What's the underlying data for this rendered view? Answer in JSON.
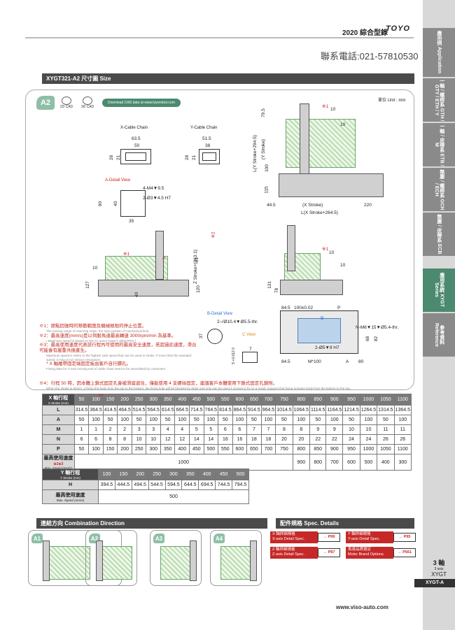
{
  "header": {
    "year_title": "2020 綜合型錄",
    "logo": "TOYO",
    "phone": "聯系電話:021-57810530"
  },
  "sidebar": {
    "tabs": [
      {
        "label": "應用例 Application"
      },
      {
        "label": "一軸 / 螺桿系 GTH / GTY / ETH / Y"
      },
      {
        "label": "一軸 / 皮帶系 ETB / M"
      },
      {
        "label": "無塵 / 螺桿系 GCH / ECH"
      },
      {
        "label": "無塵 / 皮帶系 ECB"
      },
      {
        "label": "應用系統 XYGT Series"
      },
      {
        "label": "參考資料 Reference"
      }
    ],
    "bottom": {
      "axis_cn": "3 軸",
      "axis_en": "3 axis",
      "model": "XYGT",
      "code": "XYGT-A"
    }
  },
  "title_bar": "XYGT321-A2 尺寸圖 Size",
  "drawing": {
    "tag": "A2",
    "cad2d": "2D CAD",
    "cad3d": "3D CAD",
    "download": "Download CAD data at www.toyorobot.com",
    "unit": "單位 Unit : mm",
    "x_cable": "X-Cable Chain",
    "y_cable": "Y-Cable Chain",
    "x_cable_dims": [
      "63.5",
      "50",
      "28",
      "21"
    ],
    "y_cable_dims": [
      "51.5",
      "38",
      "28",
      "21"
    ],
    "a_detail": "A-Detail View",
    "a_detail_dims": [
      "4-M4▼9.5",
      "2-Ø3▼4.5 H7",
      "90",
      "40",
      "35"
    ],
    "b_detail": "B-Detail View",
    "b_detail_dim": "2-√Ø10.4▼Ø5.5-thr.",
    "c_view": "C View",
    "c_dims": [
      "37",
      "7",
      "5 +0.012 0"
    ],
    "top_dims": [
      "79.5",
      "(Y Stroke)",
      "L(Y Stroke+294.5)",
      "100",
      "115",
      "44.5",
      "(X Stroke)",
      "220",
      "L(X Stroke+264.5)",
      "10",
      "10",
      "※1"
    ],
    "front_dims": [
      "Z Stroke+(363.1)",
      "81",
      "120",
      "10",
      "127",
      "40",
      "※1",
      "※2",
      "A"
    ],
    "side_dims": [
      "131",
      "78",
      "10",
      "10",
      "※1"
    ],
    "bottom_dims": [
      "84.5",
      "100±0.02",
      "P",
      "N-M6▼15▼Ø5.4-thr.",
      "68",
      "82",
      "2-Ø5▼9 H7",
      "84.5",
      "M*100",
      "A",
      "80",
      "B"
    ]
  },
  "notes": [
    {
      "key": "※1：",
      "cn": "原點回復時的移動範圍及機械極限的停止位置。",
      "en": "The moving range of returning origin, the stop position of mechanical limit."
    },
    {
      "key": "※2：",
      "cn": "最高速度(mm/s)是以伺服馬達最高轉速 3000rpm/min 為基準。",
      "en": "( Maximum speed is based on the AC servo motor's 3000 RPm.)"
    },
    {
      "key": "※3：",
      "cn": "最高使用速度代表該行程內可使用的最高安全速度，若超過此速度，滑台可能會有嚴重共振產生。",
      "en": "Maximum speed is refers to the highest safe speed that can be used in stroke. If more than the standard speed, it may occur serious resonance."
    },
    {
      "key": "* X 軸履帶固定端固定板由客戶自行鑽孔。",
      "cn": "",
      "en": "Fixing plate for X axis moving end of cable chain need to be assembled by customers."
    },
    {
      "key": "※4：",
      "cn": "行程 50 時，因本體上鎖式固定孔會被滑座遮住，僅能使用 4 支螺絲固定，建議客戶本體使用下鎖式固定孔鎖附。",
      "en": "When the stroke is 50mm, 2 fixing the body from the top to the bottom, the fixing hole will be blocked by slider and only can be used 4 screws to fix so a result, suggest that fixing actuator body from the bottom to the top."
    }
  ],
  "x_table": {
    "header_label": "X 軸行程",
    "header_sub": "X Stroke (mm)",
    "strokes": [
      "50",
      "100",
      "150",
      "200",
      "250",
      "300",
      "350",
      "400",
      "450",
      "500",
      "550",
      "600",
      "650",
      "700",
      "750",
      "800",
      "850",
      "900",
      "950",
      "1000",
      "1050",
      "1100"
    ],
    "strokes_note": "※4",
    "rows": [
      {
        "label": "L",
        "sub": "",
        "values": [
          "314.5",
          "364.5",
          "414.5",
          "464.5",
          "514.5",
          "564.5",
          "614.5",
          "664.5",
          "714.5",
          "764.5",
          "814.5",
          "864.5",
          "914.5",
          "964.5",
          "1014.5",
          "1064.5",
          "1114.5",
          "1164.5",
          "1214.5",
          "1264.5",
          "1314.5",
          "1364.5"
        ]
      },
      {
        "label": "A",
        "sub": "",
        "values": [
          "50",
          "100",
          "50",
          "100",
          "50",
          "100",
          "50",
          "100",
          "50",
          "100",
          "50",
          "100",
          "50",
          "100",
          "50",
          "100",
          "50",
          "100",
          "50",
          "100",
          "50",
          "100"
        ]
      },
      {
        "label": "M",
        "sub": "",
        "values": [
          "1",
          "1",
          "2",
          "2",
          "3",
          "3",
          "4",
          "4",
          "5",
          "5",
          "6",
          "6",
          "7",
          "7",
          "8",
          "8",
          "9",
          "9",
          "10",
          "10",
          "11",
          "11"
        ]
      },
      {
        "label": "N",
        "sub": "",
        "values": [
          "6",
          "6",
          "8",
          "8",
          "10",
          "10",
          "12",
          "12",
          "14",
          "14",
          "16",
          "16",
          "18",
          "18",
          "20",
          "20",
          "22",
          "22",
          "24",
          "24",
          "26",
          "26"
        ]
      },
      {
        "label": "P",
        "sub": "",
        "values": [
          "50",
          "100",
          "150",
          "200",
          "250",
          "300",
          "350",
          "400",
          "450",
          "500",
          "550",
          "600",
          "650",
          "700",
          "750",
          "800",
          "850",
          "900",
          "950",
          "1000",
          "1050",
          "1100"
        ]
      }
    ],
    "speed_label": "最高使用速度",
    "speed_note": "※2※3",
    "speed_sub": "Max. Speed (mm/s)",
    "speed_main": "1000",
    "speed_tail": [
      "900",
      "800",
      "700",
      "600",
      "500",
      "400",
      "300"
    ]
  },
  "y_table": {
    "header_label": "Y 軸行程",
    "header_sub": "Y Stroke (mm)",
    "strokes": [
      "100",
      "150",
      "200",
      "250",
      "300",
      "350",
      "400",
      "450",
      "500"
    ],
    "h_label": "H",
    "h_values": [
      "394.5",
      "444.5",
      "494.5",
      "544.5",
      "594.5",
      "644.5",
      "694.5",
      "744.5",
      "794.5"
    ],
    "speed_label": "最高使用速度",
    "speed_sub": "Max. Speed (mm/s)",
    "speed_value": "500"
  },
  "combination": {
    "title": "連結方向 Combination Direction",
    "items": [
      "A1",
      "A2",
      "A3",
      "A4"
    ]
  },
  "spec_details": {
    "title": "配件規格 Spec. Details",
    "items": [
      {
        "cn": "X 軸詳細規格",
        "en": "X-axis Detail Spec.",
        "page": "→ P99"
      },
      {
        "cn": "Y 軸詳細規格",
        "en": "Y-axis Detail Spec.",
        "page": "→ P95"
      },
      {
        "cn": "Z 軸詳細規格",
        "en": "Z-axis Detail Spec.",
        "page": "→ P87"
      },
      {
        "cn": "馬達品牌選定",
        "en": "Motor Brand Options.",
        "page": "→ P561"
      }
    ]
  },
  "footer": {
    "url": "www.viso-auto.com"
  }
}
